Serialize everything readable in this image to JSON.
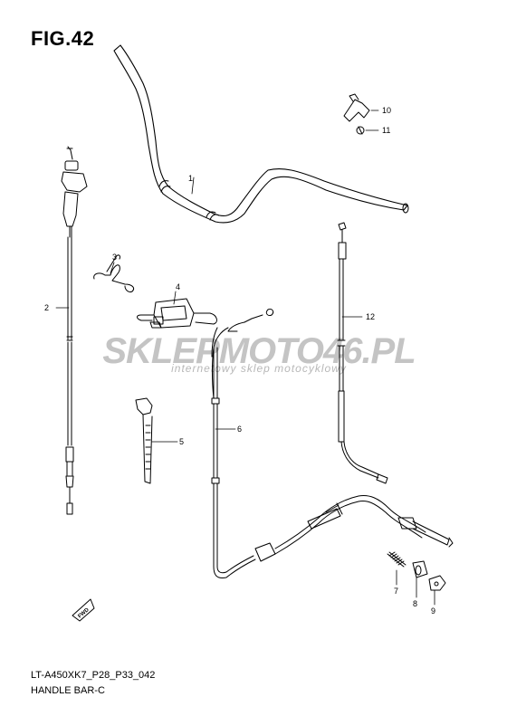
{
  "figure": {
    "title": "FIG.42",
    "code": "LT-A450XK7_P28_P33_042",
    "name": "HANDLE BAR-C"
  },
  "watermark": {
    "main": "SKLEPMOTO46.PL",
    "sub": "internetowy sklep motocyklowy"
  },
  "fwd_badge": "FWD",
  "callouts": [
    "1",
    "2",
    "3",
    "4",
    "5",
    "6",
    "7",
    "8",
    "9",
    "10",
    "11",
    "12"
  ]
}
